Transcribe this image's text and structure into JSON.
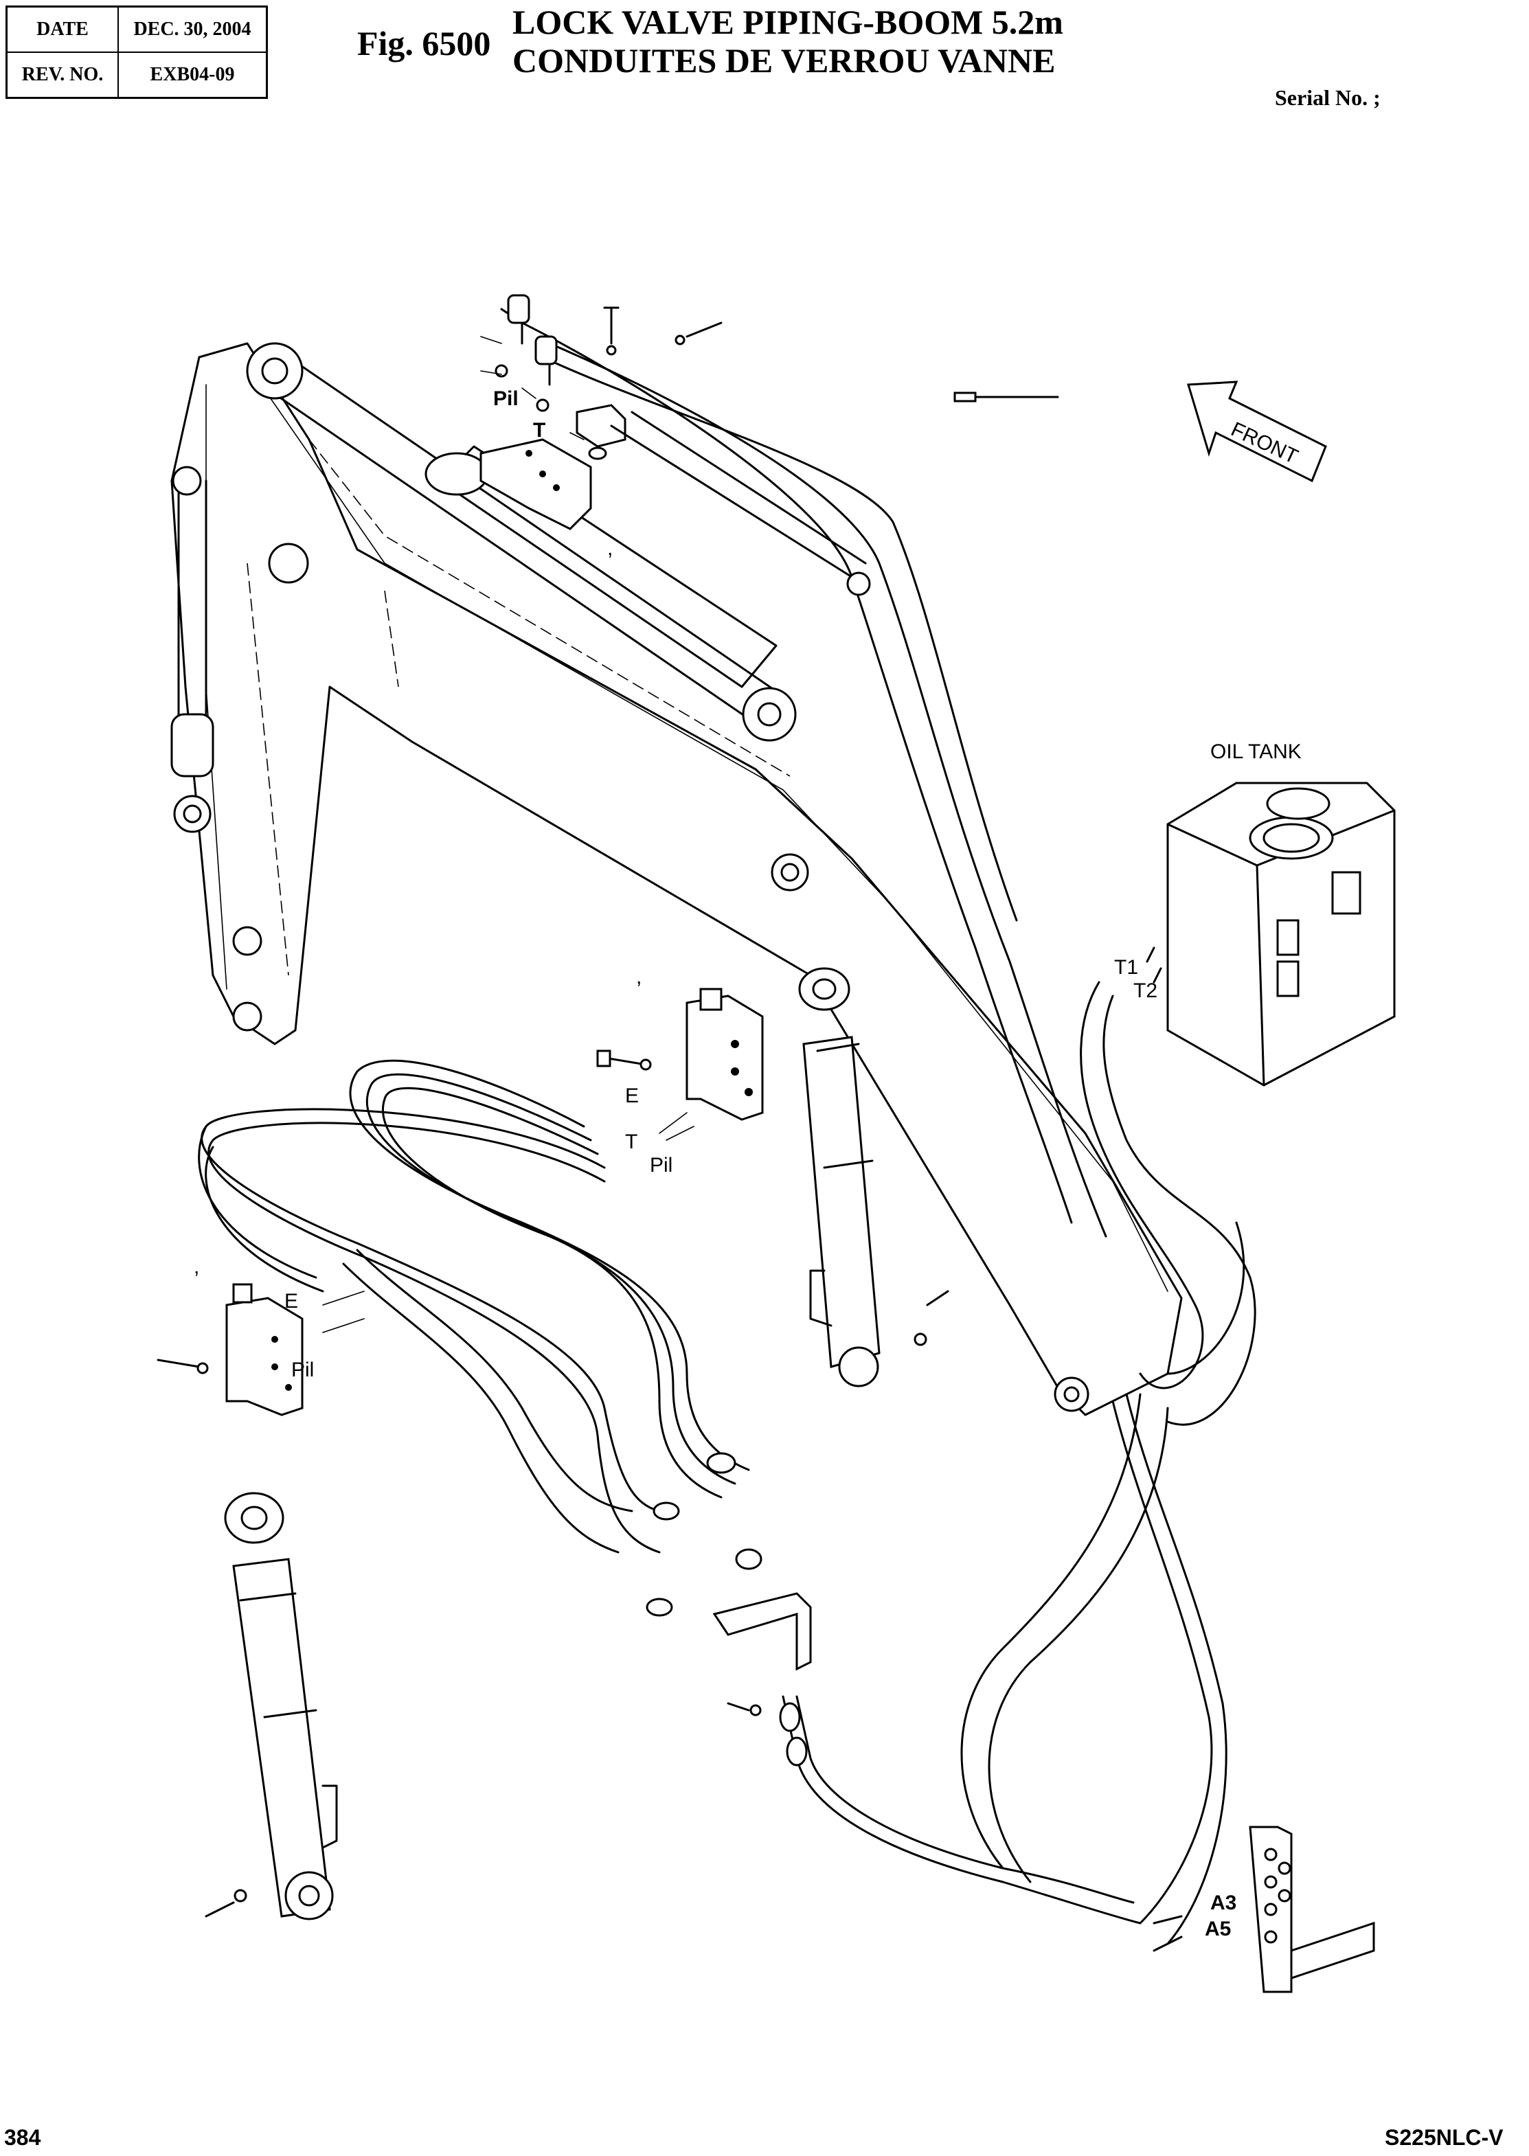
{
  "header": {
    "date_label": "DATE",
    "date_value": "DEC. 30, 2004",
    "rev_label": "REV. NO.",
    "rev_value": "EXB04-09"
  },
  "figure": {
    "number": "Fig. 6500",
    "title_line1": "LOCK VALVE PIPING-BOOM 5.2m",
    "title_line2": "CONDUITES DE VERROU VANNE",
    "serial": "Serial No. ;"
  },
  "labels": {
    "front": "FRONT",
    "oil_tank": "OIL TANK",
    "pil": "Pil",
    "t": "T",
    "e": "E",
    "t1": "T1",
    "t2": "T2",
    "a3": "A3",
    "a5": "A5",
    "comma": ","
  },
  "footer": {
    "page": "384",
    "model": "S225NLC-V"
  }
}
